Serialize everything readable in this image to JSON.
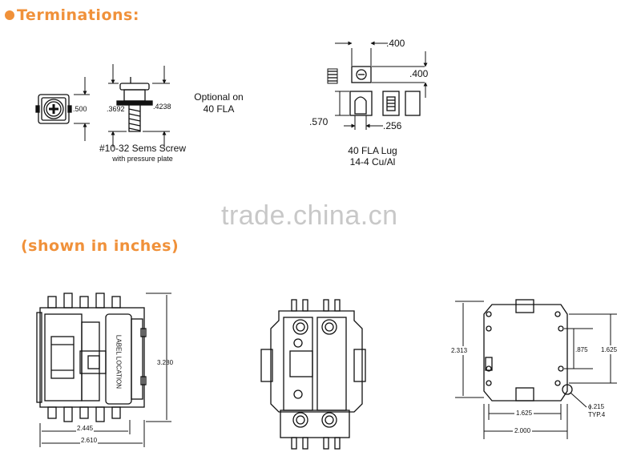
{
  "headings": {
    "terminations": "Terminations:",
    "units": "(shown in inches)"
  },
  "screw": {
    "dim_500": ".500",
    "dim_3692": ".3692",
    "dim_4238": ".4238",
    "optional_line1": "Optional on",
    "optional_line2": "40  FLA",
    "title": "#10-32 Sems Screw",
    "subtitle": "with pressure plate"
  },
  "lug": {
    "dim_400_top": ".400",
    "dim_400_side": ".400",
    "dim_570": ".570",
    "dim_256": ".256",
    "title": "40 FLA Lug",
    "subtitle": "14-4 Cu/Al"
  },
  "side_view": {
    "label_text": "LABEL  LOCATION",
    "dim_height": "3.280",
    "dim_inner": "2.445",
    "dim_outer": "2.610"
  },
  "base_view": {
    "dim_2313": "2.313",
    "dim_875": ".875",
    "dim_1625_v": "1.625",
    "dim_1625_h": "1.625",
    "dim_2000": "2.000",
    "hole_dia": "ϕ.215",
    "hole_typ": "TYP.4"
  },
  "watermark": "trade.china.cn"
}
